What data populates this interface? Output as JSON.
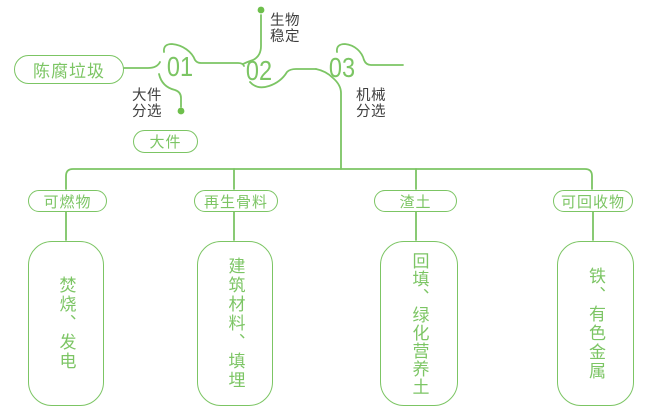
{
  "colors": {
    "line_green": "#7cc564",
    "dot_green": "#6dbf4b",
    "label_gray": "#3f3f3f"
  },
  "flow": {
    "source_label": "陈腐垃圾",
    "steps": [
      {
        "number": "01",
        "process": "大件\n分选"
      },
      {
        "number": "02",
        "process": "生物\n稳定"
      },
      {
        "number": "03",
        "process": "机械\n分选"
      }
    ],
    "bulky_label": "大件"
  },
  "outputs": [
    {
      "category": "可燃物",
      "use": "焚烧、发电"
    },
    {
      "category": "再生骨料",
      "use": "建筑材料、填埋"
    },
    {
      "category": "渣土",
      "use": "回填、绿化营养土"
    },
    {
      "category": "可回收物",
      "use": "铁、有色金属"
    }
  ]
}
